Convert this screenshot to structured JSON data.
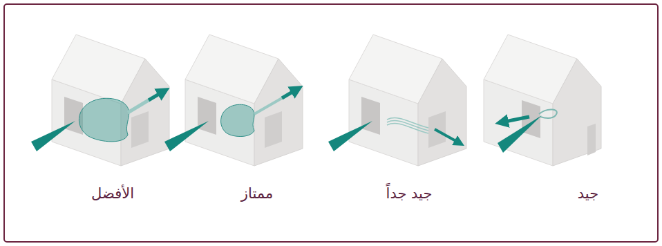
{
  "diagram": {
    "labels": [
      "جيد",
      "جيد جداً",
      "ممتاز",
      "الأفضل"
    ]
  }
}
